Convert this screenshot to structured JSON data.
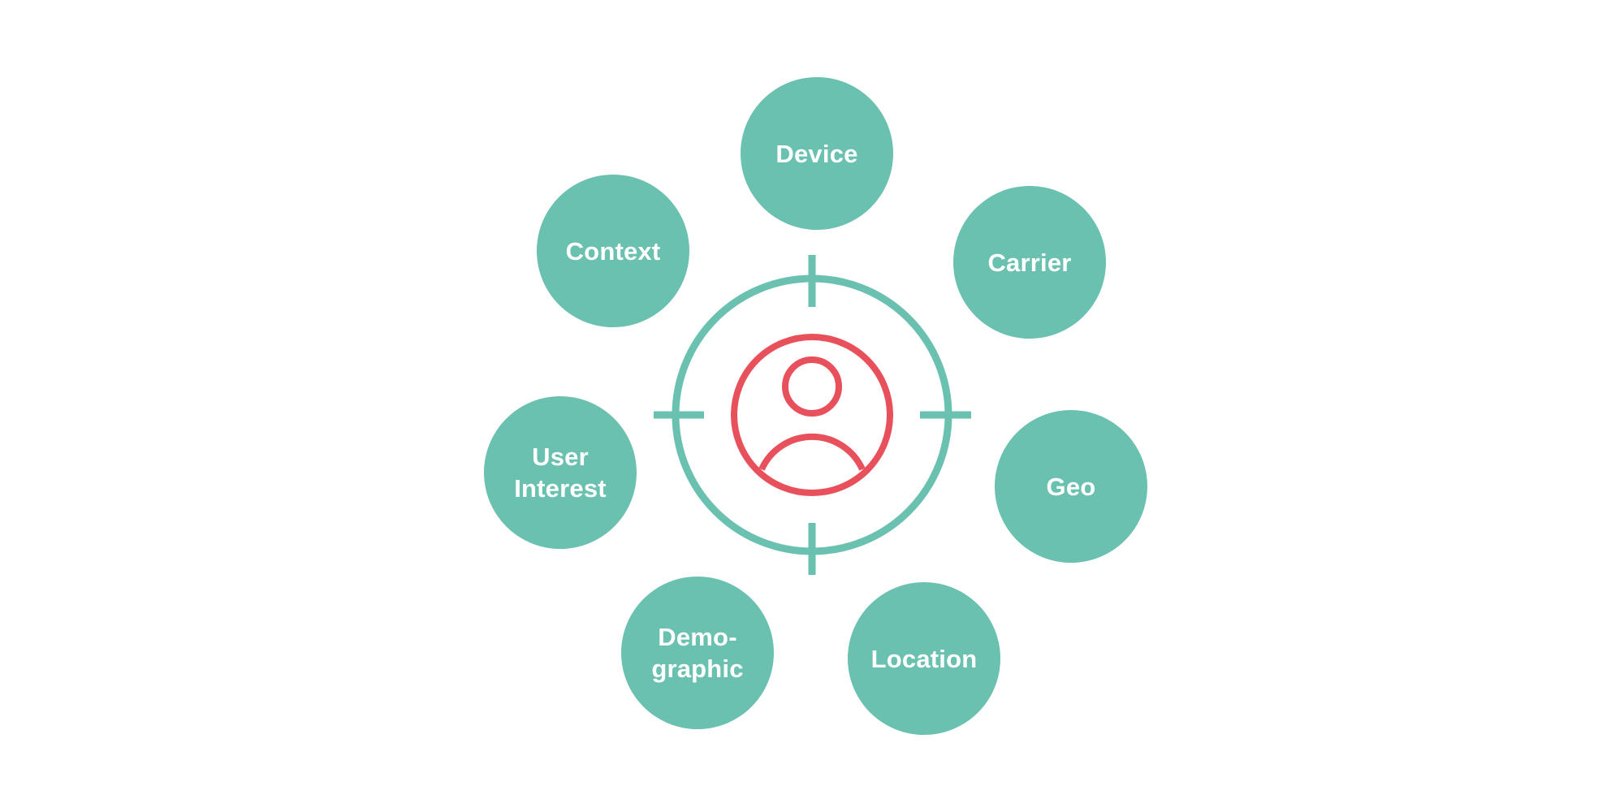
{
  "colors": {
    "bubble": "#6bc1b0",
    "reticle": "#6bc1b0",
    "user_icon": "#e8505b",
    "background": "#ffffff",
    "label": "#ffffff"
  },
  "center": {
    "icon": "user-icon",
    "reticle": "crosshair-target-icon"
  },
  "nodes": [
    {
      "id": "device",
      "label": "Device"
    },
    {
      "id": "carrier",
      "label": "Carrier"
    },
    {
      "id": "geo",
      "label": "Geo"
    },
    {
      "id": "location",
      "label": "Location"
    },
    {
      "id": "demographic",
      "label": "Demo-\ngraphic"
    },
    {
      "id": "user-interest",
      "label": "User\nInterest"
    },
    {
      "id": "context",
      "label": "Context"
    }
  ]
}
